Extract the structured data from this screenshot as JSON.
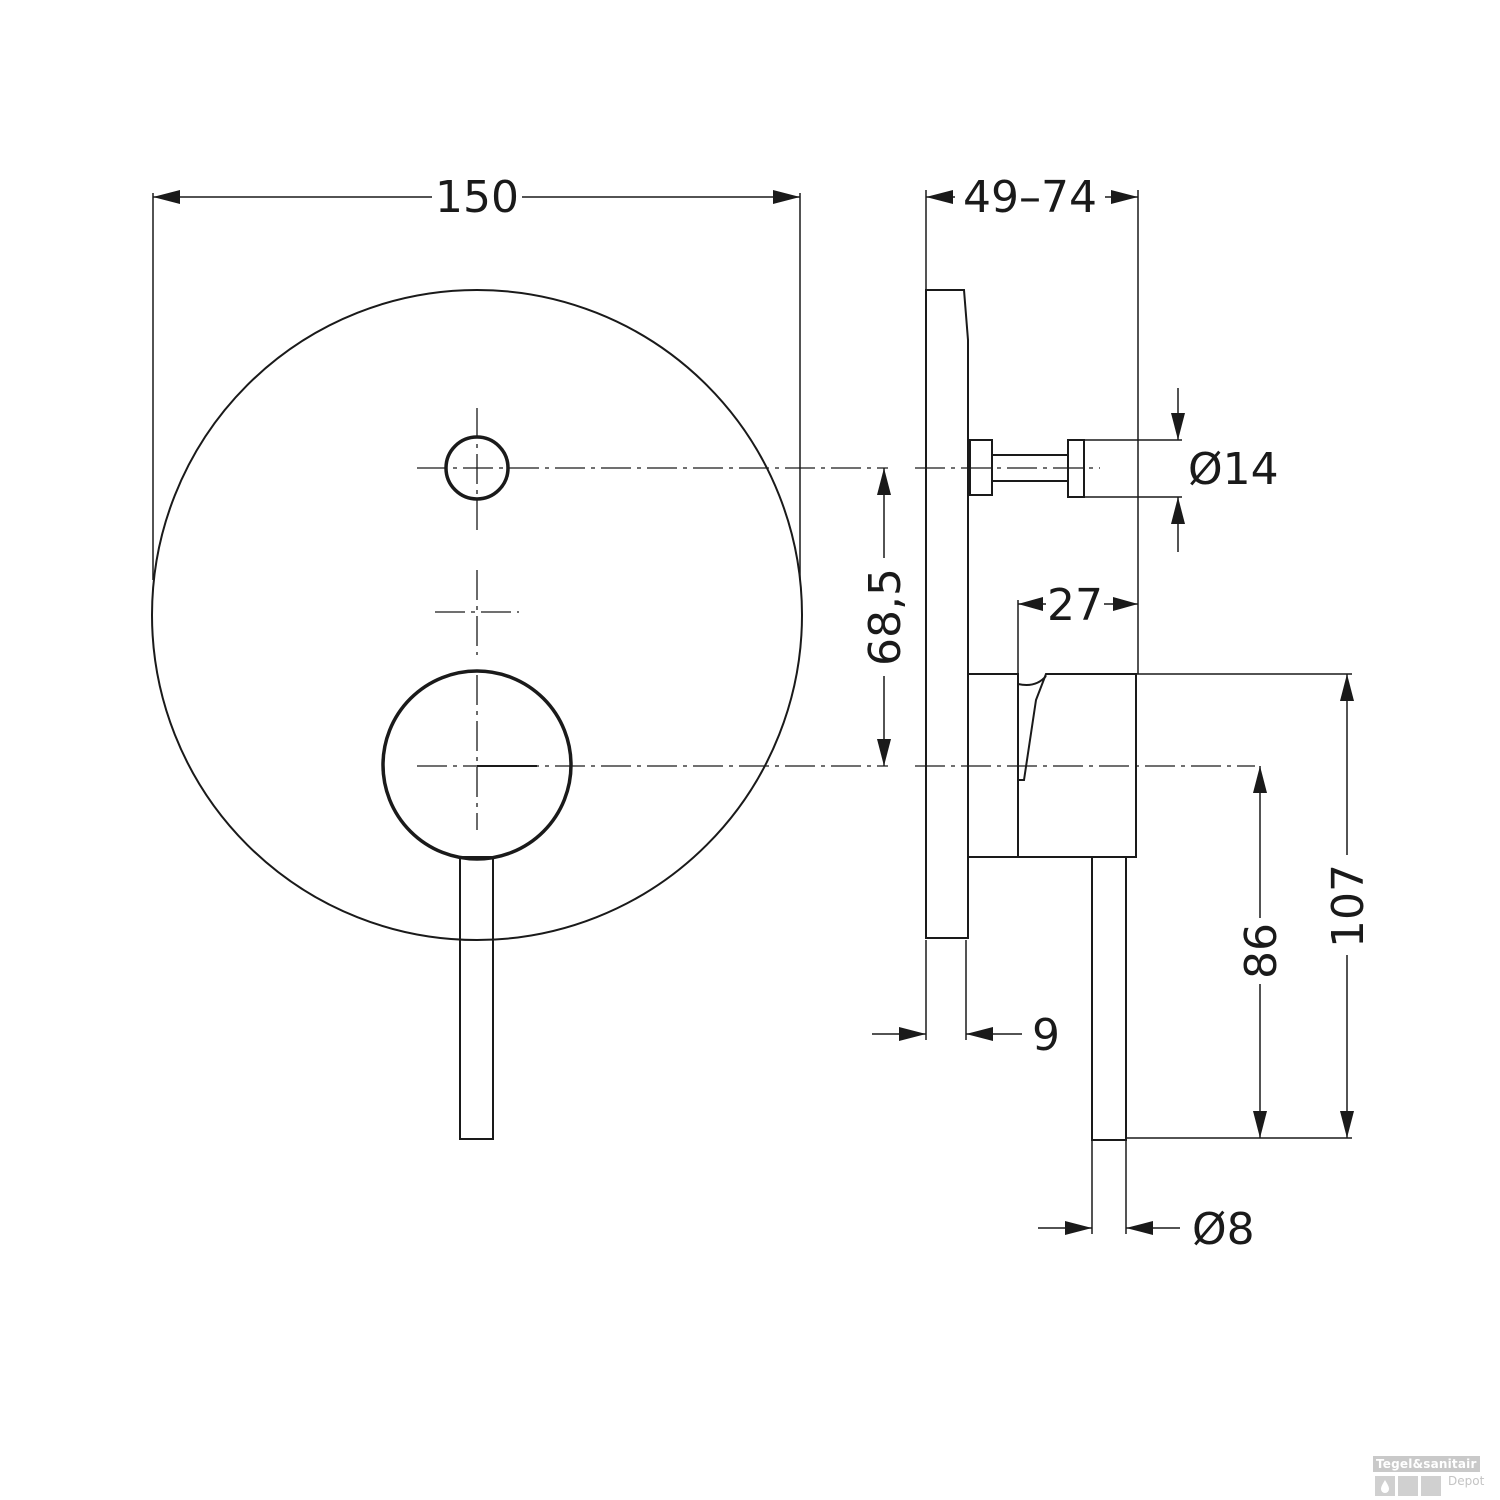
{
  "dimensions": {
    "plate_diameter": "150",
    "projection": "49–74",
    "diverter_diameter": "Ø14",
    "handle_depth": "27",
    "center_distance": "68,5",
    "plate_thickness": "9",
    "lever_height": "86",
    "total_height": "107",
    "lever_diameter": "Ø8"
  },
  "watermark": {
    "brand": "Tegel&sanitair",
    "sub": "Depot"
  },
  "colors": {
    "line": "#1a1a1a",
    "background": "#ffffff",
    "watermark": "#c9c9c9"
  }
}
